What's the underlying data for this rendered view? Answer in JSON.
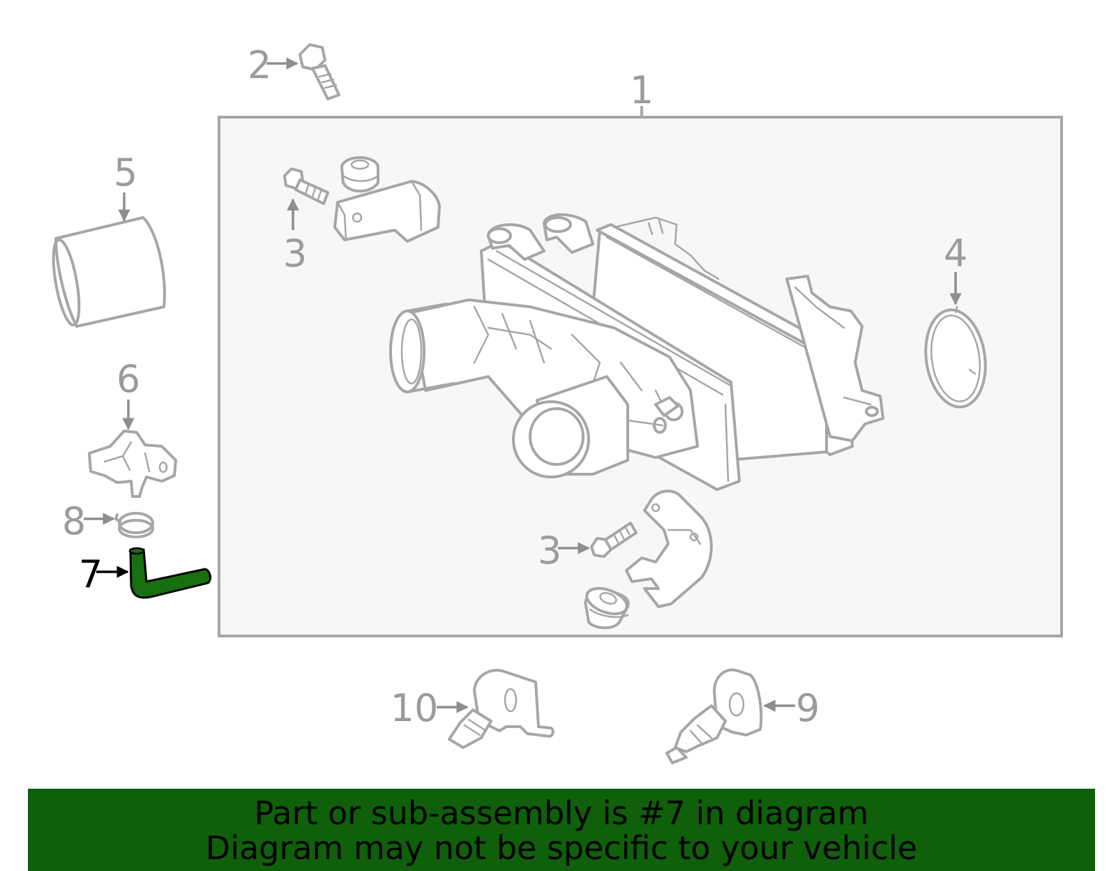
{
  "callouts": {
    "c1": "1",
    "c2": "2",
    "c3a": "3",
    "c3b": "3",
    "c4": "4",
    "c5": "5",
    "c6": "6",
    "c7": "7",
    "c8": "8",
    "c9": "9",
    "c10": "10"
  },
  "highlighted_part": "7",
  "colors": {
    "highlight_fill": "#176f10",
    "banner_bg": "#0f5f0b",
    "line_gray": "#a6a6a6",
    "box_fill": "#f7f7f7"
  },
  "banner": {
    "line1": "Part or sub-assembly is #7 in diagram",
    "line2": "Diagram may not be specific to your vehicle"
  }
}
